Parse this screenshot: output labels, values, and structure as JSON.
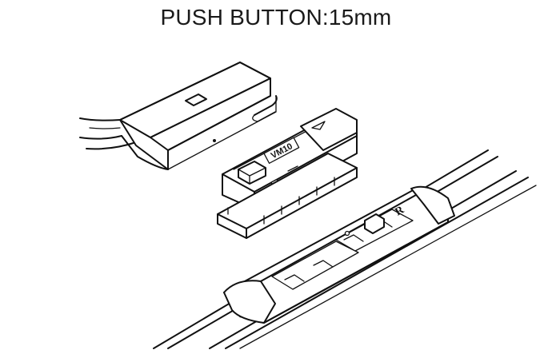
{
  "title": "PUSH BUTTON:15mm",
  "adapter_label": "VM10",
  "blade_mark": "R"
}
